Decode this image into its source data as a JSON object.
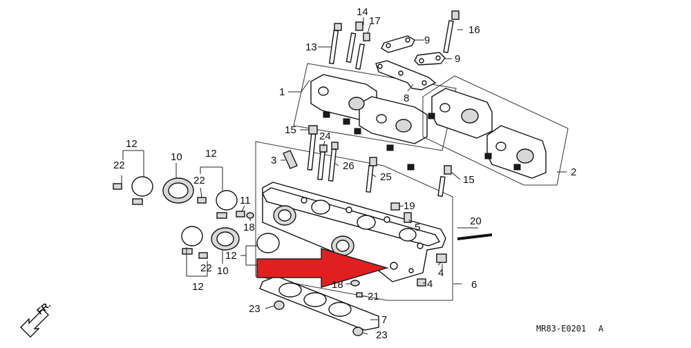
{
  "diagram": {
    "code": "MR83-E0201",
    "code_suffix": "A",
    "direction_label": "FR.",
    "callouts": [
      {
        "id": "c1",
        "label": "1"
      },
      {
        "id": "c2",
        "label": "2"
      },
      {
        "id": "c3",
        "label": "3"
      },
      {
        "id": "c4a",
        "label": "4"
      },
      {
        "id": "c4b",
        "label": "4"
      },
      {
        "id": "c5",
        "label": "5"
      },
      {
        "id": "c6",
        "label": "6"
      },
      {
        "id": "c7",
        "label": "7"
      },
      {
        "id": "c8",
        "label": "8"
      },
      {
        "id": "c9a",
        "label": "9"
      },
      {
        "id": "c9b",
        "label": "9"
      },
      {
        "id": "c10a",
        "label": "10"
      },
      {
        "id": "c10b",
        "label": "10"
      },
      {
        "id": "c11",
        "label": "11"
      },
      {
        "id": "c12a",
        "label": "12"
      },
      {
        "id": "c12b",
        "label": "12"
      },
      {
        "id": "c12c",
        "label": "12"
      },
      {
        "id": "c12d",
        "label": "12"
      },
      {
        "id": "c13",
        "label": "13"
      },
      {
        "id": "c14",
        "label": "14"
      },
      {
        "id": "c15a",
        "label": "15"
      },
      {
        "id": "c15b",
        "label": "15"
      },
      {
        "id": "c16",
        "label": "16"
      },
      {
        "id": "c17",
        "label": "17"
      },
      {
        "id": "c18a",
        "label": "18"
      },
      {
        "id": "c18b",
        "label": "18"
      },
      {
        "id": "c19",
        "label": "19"
      },
      {
        "id": "c20",
        "label": "20"
      },
      {
        "id": "c21",
        "label": "21"
      },
      {
        "id": "c22a",
        "label": "22"
      },
      {
        "id": "c22b",
        "label": "22"
      },
      {
        "id": "c22c",
        "label": "22"
      },
      {
        "id": "c23a",
        "label": "23"
      },
      {
        "id": "c23b",
        "label": "23"
      },
      {
        "id": "c24",
        "label": "24"
      },
      {
        "id": "c25",
        "label": "25"
      },
      {
        "id": "c26",
        "label": "26"
      }
    ],
    "colors": {
      "line": "#111111",
      "arrow_fill": "#e02020",
      "arrow_stroke": "#222222",
      "background": "#ffffff"
    }
  }
}
